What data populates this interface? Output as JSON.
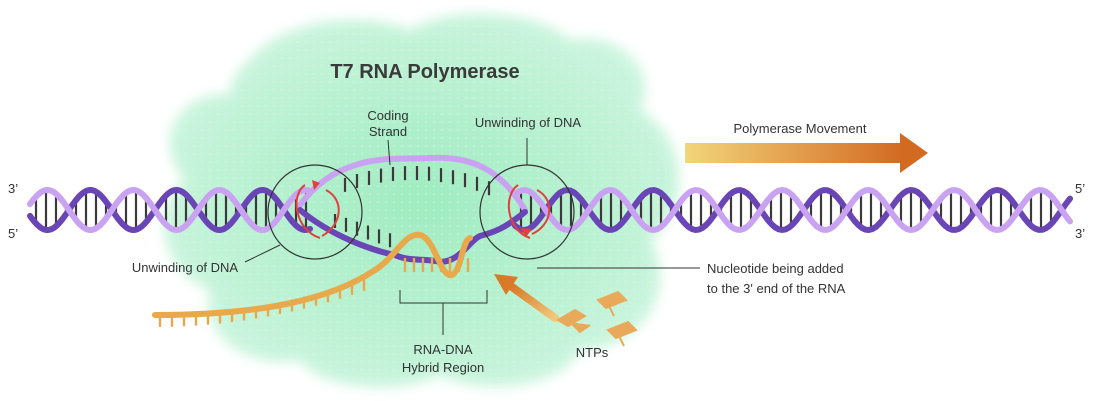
{
  "title": "T7 RNA Polymerase",
  "labels": {
    "coding_strand_1": "Coding",
    "coding_strand_2": "Strand",
    "unwinding_right": "Unwinding of DNA",
    "unwinding_left": "Unwinding of DNA",
    "movement": "Polymerase Movement",
    "nucleotide_1": "Nucleotide being added",
    "nucleotide_2": "to the 3' end of the RNA",
    "hybrid_1": "RNA-DNA",
    "hybrid_2": "Hybrid Region",
    "ntps": "NTPs"
  },
  "ends": {
    "left_top": "3’",
    "left_bottom": "5’",
    "right_top": "5’",
    "right_bottom": "3’"
  },
  "colors": {
    "polymerase": "#b6f2d0",
    "strand_light": "#c9a2f2",
    "strand_dark": "#6a45b5",
    "rungs": "#3a3a3a",
    "rna": "#e7a94b",
    "arrow_start": "#f1cf6e",
    "arrow_end": "#d76f23",
    "rotation": "#e0413e"
  }
}
